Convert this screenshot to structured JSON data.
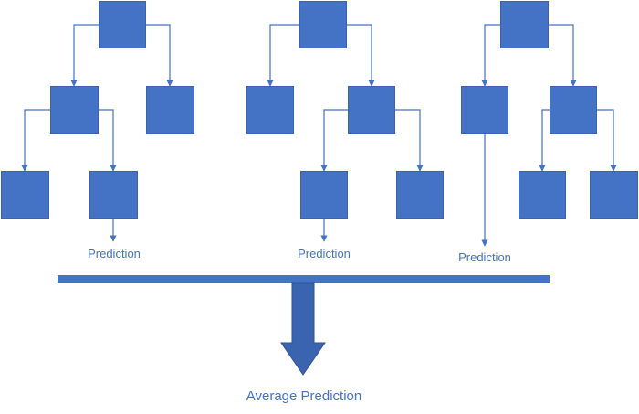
{
  "diagram": {
    "trees": [
      {
        "prediction_label": "Prediction"
      },
      {
        "prediction_label": "Prediction"
      },
      {
        "prediction_label": "Prediction"
      }
    ],
    "result_label": "Average Prediction",
    "colors": {
      "node_fill": "#4472C4",
      "node_border": "#3B62AD",
      "connector": "#4472C4",
      "aggregator_bar": "#4472C4",
      "result_arrow": "#3B64B0",
      "label_text": "#4472C4"
    }
  }
}
